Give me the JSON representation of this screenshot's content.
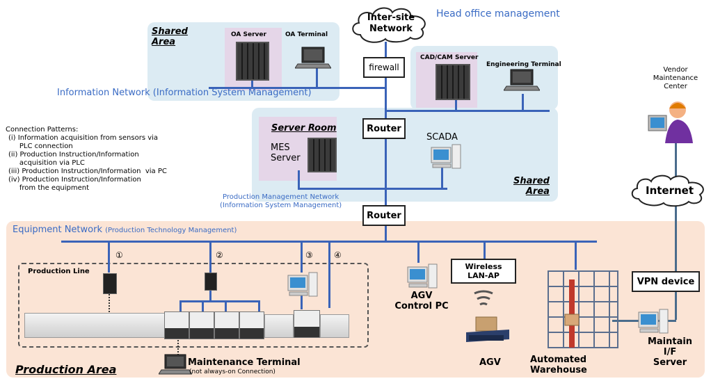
{
  "head_office": "Head office management",
  "inter_site": "Inter-site\nNetwork",
  "internet": "Internet",
  "firewall": "firewall",
  "shared_area_top": "Shared\nArea",
  "shared_area_mid": "Shared\nArea",
  "oa_server": "OA Server",
  "oa_terminal": "OA Terminal",
  "cad_cam": "CAD/CAM Server",
  "eng_terminal": "Engineering Terminal",
  "info_network": "Information Network (Information System Management)",
  "router1": "Router",
  "router2": "Router",
  "server_room": "Server Room",
  "mes_server": "MES\nServer",
  "scada": "SCADA",
  "prod_mgmt_net": "Production Management Network\n(Information System Management)",
  "vendor": "Vendor\nMaintenance\nCenter",
  "connection_patterns": {
    "title": "Connection Patterns:",
    "items": [
      "(i) Information acquisition from sensors via",
      "     PLC connection",
      "(ii) Production Instruction/Information",
      "     acquisition via PLC",
      "(iii) Production Instruction/Information  via PC",
      "(iv) Production Instruction/Information",
      "     from the equipment"
    ]
  },
  "equipment_network": "Equipment Network",
  "equipment_network_sub": "(Production Technology Management)",
  "production_line": "Production  Line",
  "markers": [
    "①",
    "②",
    "③",
    "④"
  ],
  "agv_control": "AGV\nControl PC",
  "wireless": "Wireless\nLAN-AP",
  "agv": "AGV",
  "automated_warehouse": "Automated\nWarehouse",
  "vpn_device": "VPN device",
  "maintain_if": "Maintain\nI/F Server",
  "maintenance_terminal": "Maintenance Terminal",
  "maintenance_terminal_sub": "(not always-on Connection)",
  "production_area": "Production Area",
  "colors": {
    "network_line": "#3a63b8",
    "title_blue": "#3a6bc4",
    "blue_zone": "#dcebf3",
    "peach_zone": "#fbe4d5"
  }
}
